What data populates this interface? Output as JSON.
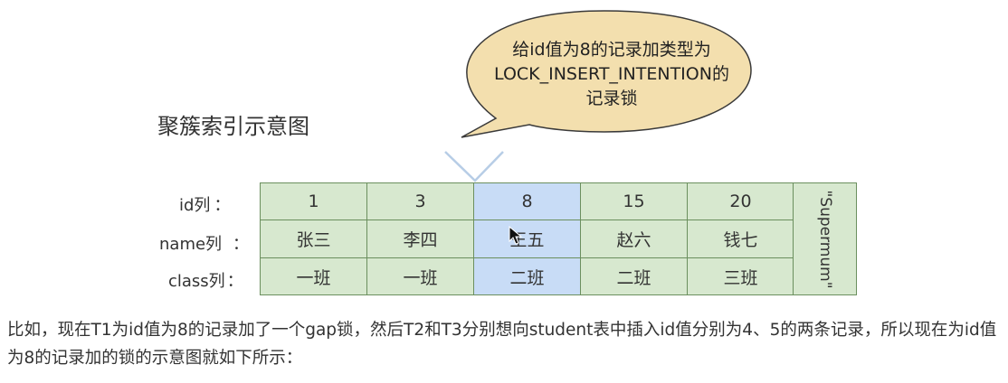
{
  "bubble": {
    "lines": [
      "给id值为8的记录加类型为",
      "LOCK_INSERT_INTENTION的",
      "记录锁"
    ],
    "fill_color": "#f3dfae",
    "border_color": "#3a3a3a"
  },
  "diagram": {
    "title": "聚簇索引示意图",
    "row_labels": {
      "id": [
        "id列",
        "："
      ],
      "name": [
        "name列",
        "："
      ],
      "class": [
        "class列",
        "："
      ]
    },
    "columns": [
      {
        "id": "1",
        "name": "张三",
        "class": "一班",
        "highlighted": false
      },
      {
        "id": "3",
        "name": "李四",
        "class": "一班",
        "highlighted": false
      },
      {
        "id": "8",
        "name": "王五",
        "class": "二班",
        "highlighted": true
      },
      {
        "id": "15",
        "name": "赵六",
        "class": "二班",
        "highlighted": false
      },
      {
        "id": "20",
        "name": "钱七",
        "class": "三班",
        "highlighted": false
      }
    ],
    "supremum_label": "\"Supermum\"",
    "colors": {
      "record_fill": "#d7e8cf",
      "highlight_fill": "#c8dcf6",
      "border": "#6b8f5e",
      "pointer": "#b7cde6"
    }
  },
  "paragraph": "比如，现在T1为id值为8的记录加了一个gap锁，然后T2和T3分别想向student表中插入id值分别为4、5的两条记录，所以现在为id值为8的记录加的锁的示意图就如下所示："
}
